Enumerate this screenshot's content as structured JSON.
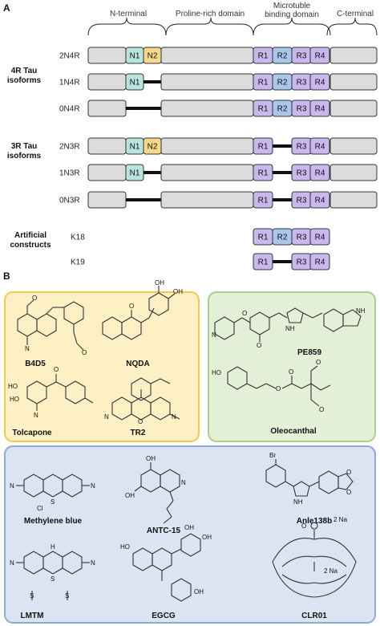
{
  "panels": {
    "a": "A",
    "b": "B"
  },
  "domains": {
    "n_terminal": "N-terminal",
    "proline": "Proline-rich domain",
    "microtubule_line1": "Microtuble",
    "microtubule_line2": "binding domain",
    "c_terminal": "C-terminal"
  },
  "groups": {
    "r4_line1": "4R Tau",
    "r4_line2": "isoforms",
    "r3_line1": "3R Tau",
    "r3_line2": "isoforms",
    "art_line1": "Artificial",
    "art_line2": "constructs"
  },
  "isoforms": [
    {
      "label": "2N4R",
      "n": [
        "N1",
        "N2"
      ],
      "r": [
        "R1",
        "R2",
        "R3",
        "R4"
      ]
    },
    {
      "label": "1N4R",
      "n": [
        "N1"
      ],
      "r": [
        "R1",
        "R2",
        "R3",
        "R4"
      ]
    },
    {
      "label": "0N4R",
      "n": [],
      "r": [
        "R1",
        "R2",
        "R3",
        "R4"
      ]
    },
    {
      "label": "2N3R",
      "n": [
        "N1",
        "N2"
      ],
      "r": [
        "R1",
        "R3",
        "R4"
      ]
    },
    {
      "label": "1N3R",
      "n": [
        "N1"
      ],
      "r": [
        "R1",
        "R3",
        "R4"
      ]
    },
    {
      "label": "0N3R",
      "n": [],
      "r": [
        "R1",
        "R3",
        "R4"
      ]
    },
    {
      "label": "K18",
      "r": [
        "R1",
        "R2",
        "R3",
        "R4"
      ]
    },
    {
      "label": "K19",
      "r": [
        "R1",
        "R3",
        "R4"
      ]
    }
  ],
  "segments": {
    "n1": "N1",
    "n2": "N2",
    "r1": "R1",
    "r2": "R2",
    "r3": "R3",
    "r4": "R4"
  },
  "colors": {
    "gray_segment": "#dcdcdc",
    "n1": "#b7e4df",
    "n2": "#f6d88c",
    "r_purple": "#c9b7ee",
    "r2_blue": "#a9c7ec",
    "panel_yellow": "#fdf0c4",
    "panel_yellow_border": "#f2c94c",
    "panel_green": "#e4efd8",
    "panel_green_border": "#a9cf8a",
    "panel_blue": "#dbe4f3",
    "panel_blue_border": "#8ea9d4"
  },
  "compounds": {
    "b4d5": "B4D5",
    "nqda": "NQDA",
    "tolcapone": "Tolcapone",
    "tr2": "TR2",
    "pe859": "PE859",
    "oleocanthal": "Oleocanthal",
    "methylene_blue": "Methylene blue",
    "antc15": "ANTC-15",
    "anle138b": "Anle138b",
    "lmtm": "LMTM",
    "egcg": "EGCG",
    "clr01": "CLR01"
  },
  "atoms": {
    "o": "O",
    "oh": "OH",
    "ho": "HO",
    "n": "N",
    "nh": "NH",
    "h": "H",
    "s": "S",
    "br": "Br",
    "cl": "Cl",
    "na2": "2 Na"
  }
}
